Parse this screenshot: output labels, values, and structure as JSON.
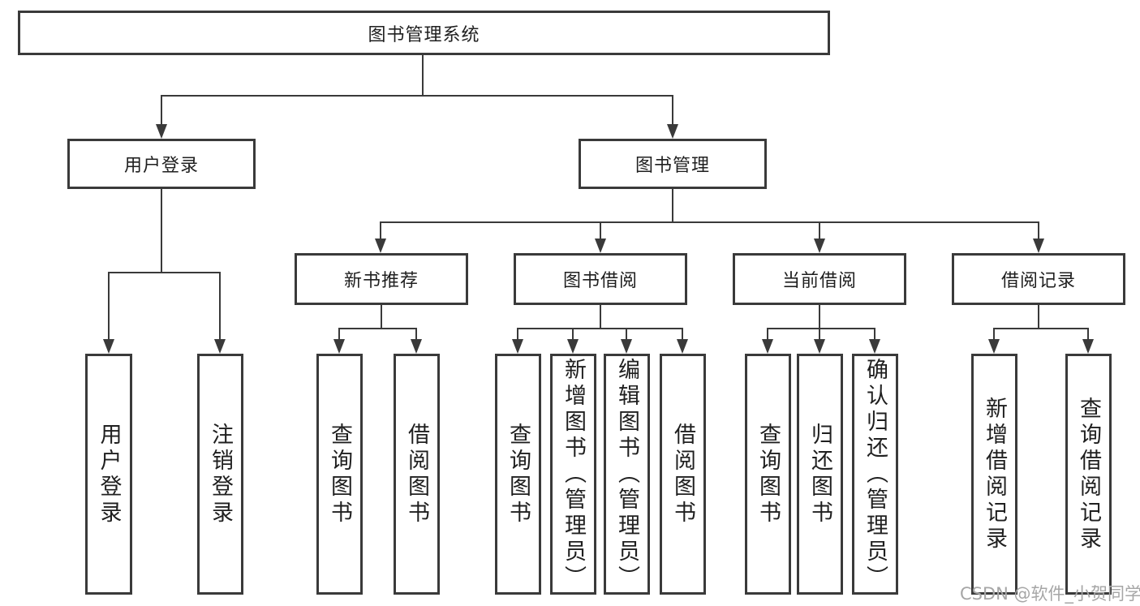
{
  "diagram": {
    "title": "图书管理系统",
    "root": {
      "label": "图书管理系统"
    },
    "level2": [
      {
        "label": "用户登录"
      },
      {
        "label": "图书管理"
      }
    ],
    "level3": [
      {
        "label": "新书推荐",
        "parent": "图书管理"
      },
      {
        "label": "图书借阅",
        "parent": "图书管理"
      },
      {
        "label": "当前借阅",
        "parent": "图书管理"
      },
      {
        "label": "借阅记录",
        "parent": "图书管理"
      }
    ],
    "leaves": [
      {
        "label": "用户登录",
        "parent": "用户登录"
      },
      {
        "label": "注销登录",
        "parent": "用户登录"
      },
      {
        "label": "查询图书",
        "parent": "新书推荐"
      },
      {
        "label": "借阅图书",
        "parent": "新书推荐"
      },
      {
        "label": "查询图书",
        "parent": "图书借阅"
      },
      {
        "label": "新增图书（管理员）",
        "parent": "图书借阅"
      },
      {
        "label": "编辑图书（管理员）",
        "parent": "图书借阅"
      },
      {
        "label": "借阅图书",
        "parent": "图书借阅"
      },
      {
        "label": "查询图书",
        "parent": "当前借阅"
      },
      {
        "label": "归还图书",
        "parent": "当前借阅"
      },
      {
        "label": "确认归还（管理员）",
        "parent": "当前借阅"
      },
      {
        "label": "新增借阅记录",
        "parent": "借阅记录"
      },
      {
        "label": "查询借阅记录",
        "parent": "借阅记录"
      }
    ],
    "watermark": {
      "text": "CSDN @软件_小贺同学"
    },
    "colors": {
      "line": "#3a3a3a",
      "text": "#1f1f1f",
      "watermark": "#a6a6a6",
      "background": "#ffffff"
    }
  }
}
